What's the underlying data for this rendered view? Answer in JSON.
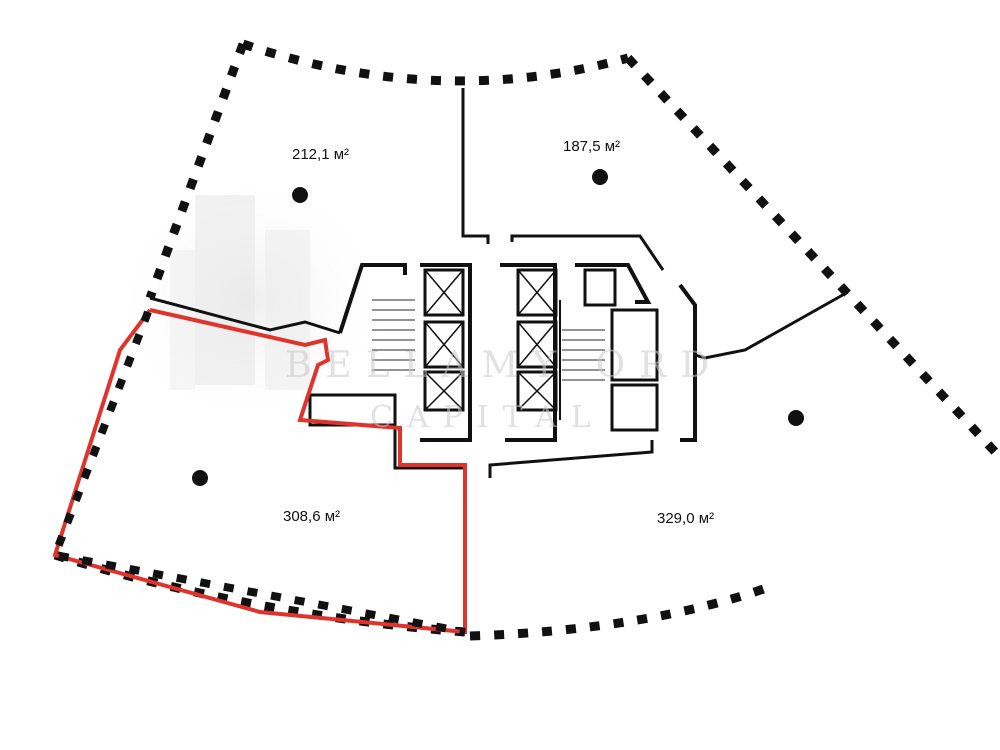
{
  "plan": {
    "units": [
      {
        "id": "nw",
        "area": "212,1 м²"
      },
      {
        "id": "ne",
        "area": "187,5 м²"
      },
      {
        "id": "sw",
        "area": "308,6 м²"
      },
      {
        "id": "se",
        "area": "329,0 м²"
      }
    ],
    "highlight_color": "#e0332b",
    "wall_color": "#111111"
  },
  "watermark": {
    "line1": "BELLAMY ORD",
    "line2": "CAPITAL"
  }
}
